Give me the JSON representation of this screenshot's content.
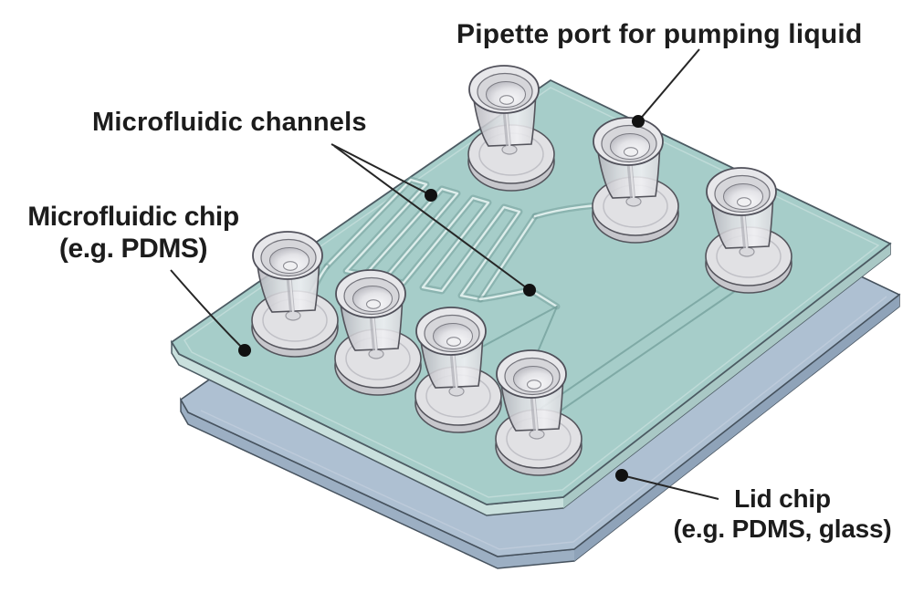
{
  "figure": {
    "type": "diagram",
    "subject": "Microfluidic chip assembly with pipette ports",
    "labels": {
      "pipette_port": "Pipette port for pumping liquid",
      "channels": "Microfluidic channels",
      "chip_line1": "Microfluidic chip",
      "chip_line2": "(e.g. PDMS)",
      "lid_line1": "Lid chip",
      "lid_line2": "(e.g. PDMS, glass)"
    },
    "counts": {
      "pipette_ports": 7
    },
    "colors": {
      "background": "#ffffff",
      "chip_top": "#a6cdc9",
      "chip_side": "#c9e0dd",
      "chip_side_right": "#a9c8c5",
      "chip_outline": "#4c5b63",
      "lid_top": "#aec0d2",
      "lid_side": "#9cafc3",
      "lid_side_right": "#8fa3b9",
      "lid_outline": "#46525e",
      "channel": "#6f9b97",
      "port_body": "#dedee1",
      "port_outline": "#4c4c54",
      "annotation": "#262626",
      "text": "#1c1c1c"
    }
  }
}
